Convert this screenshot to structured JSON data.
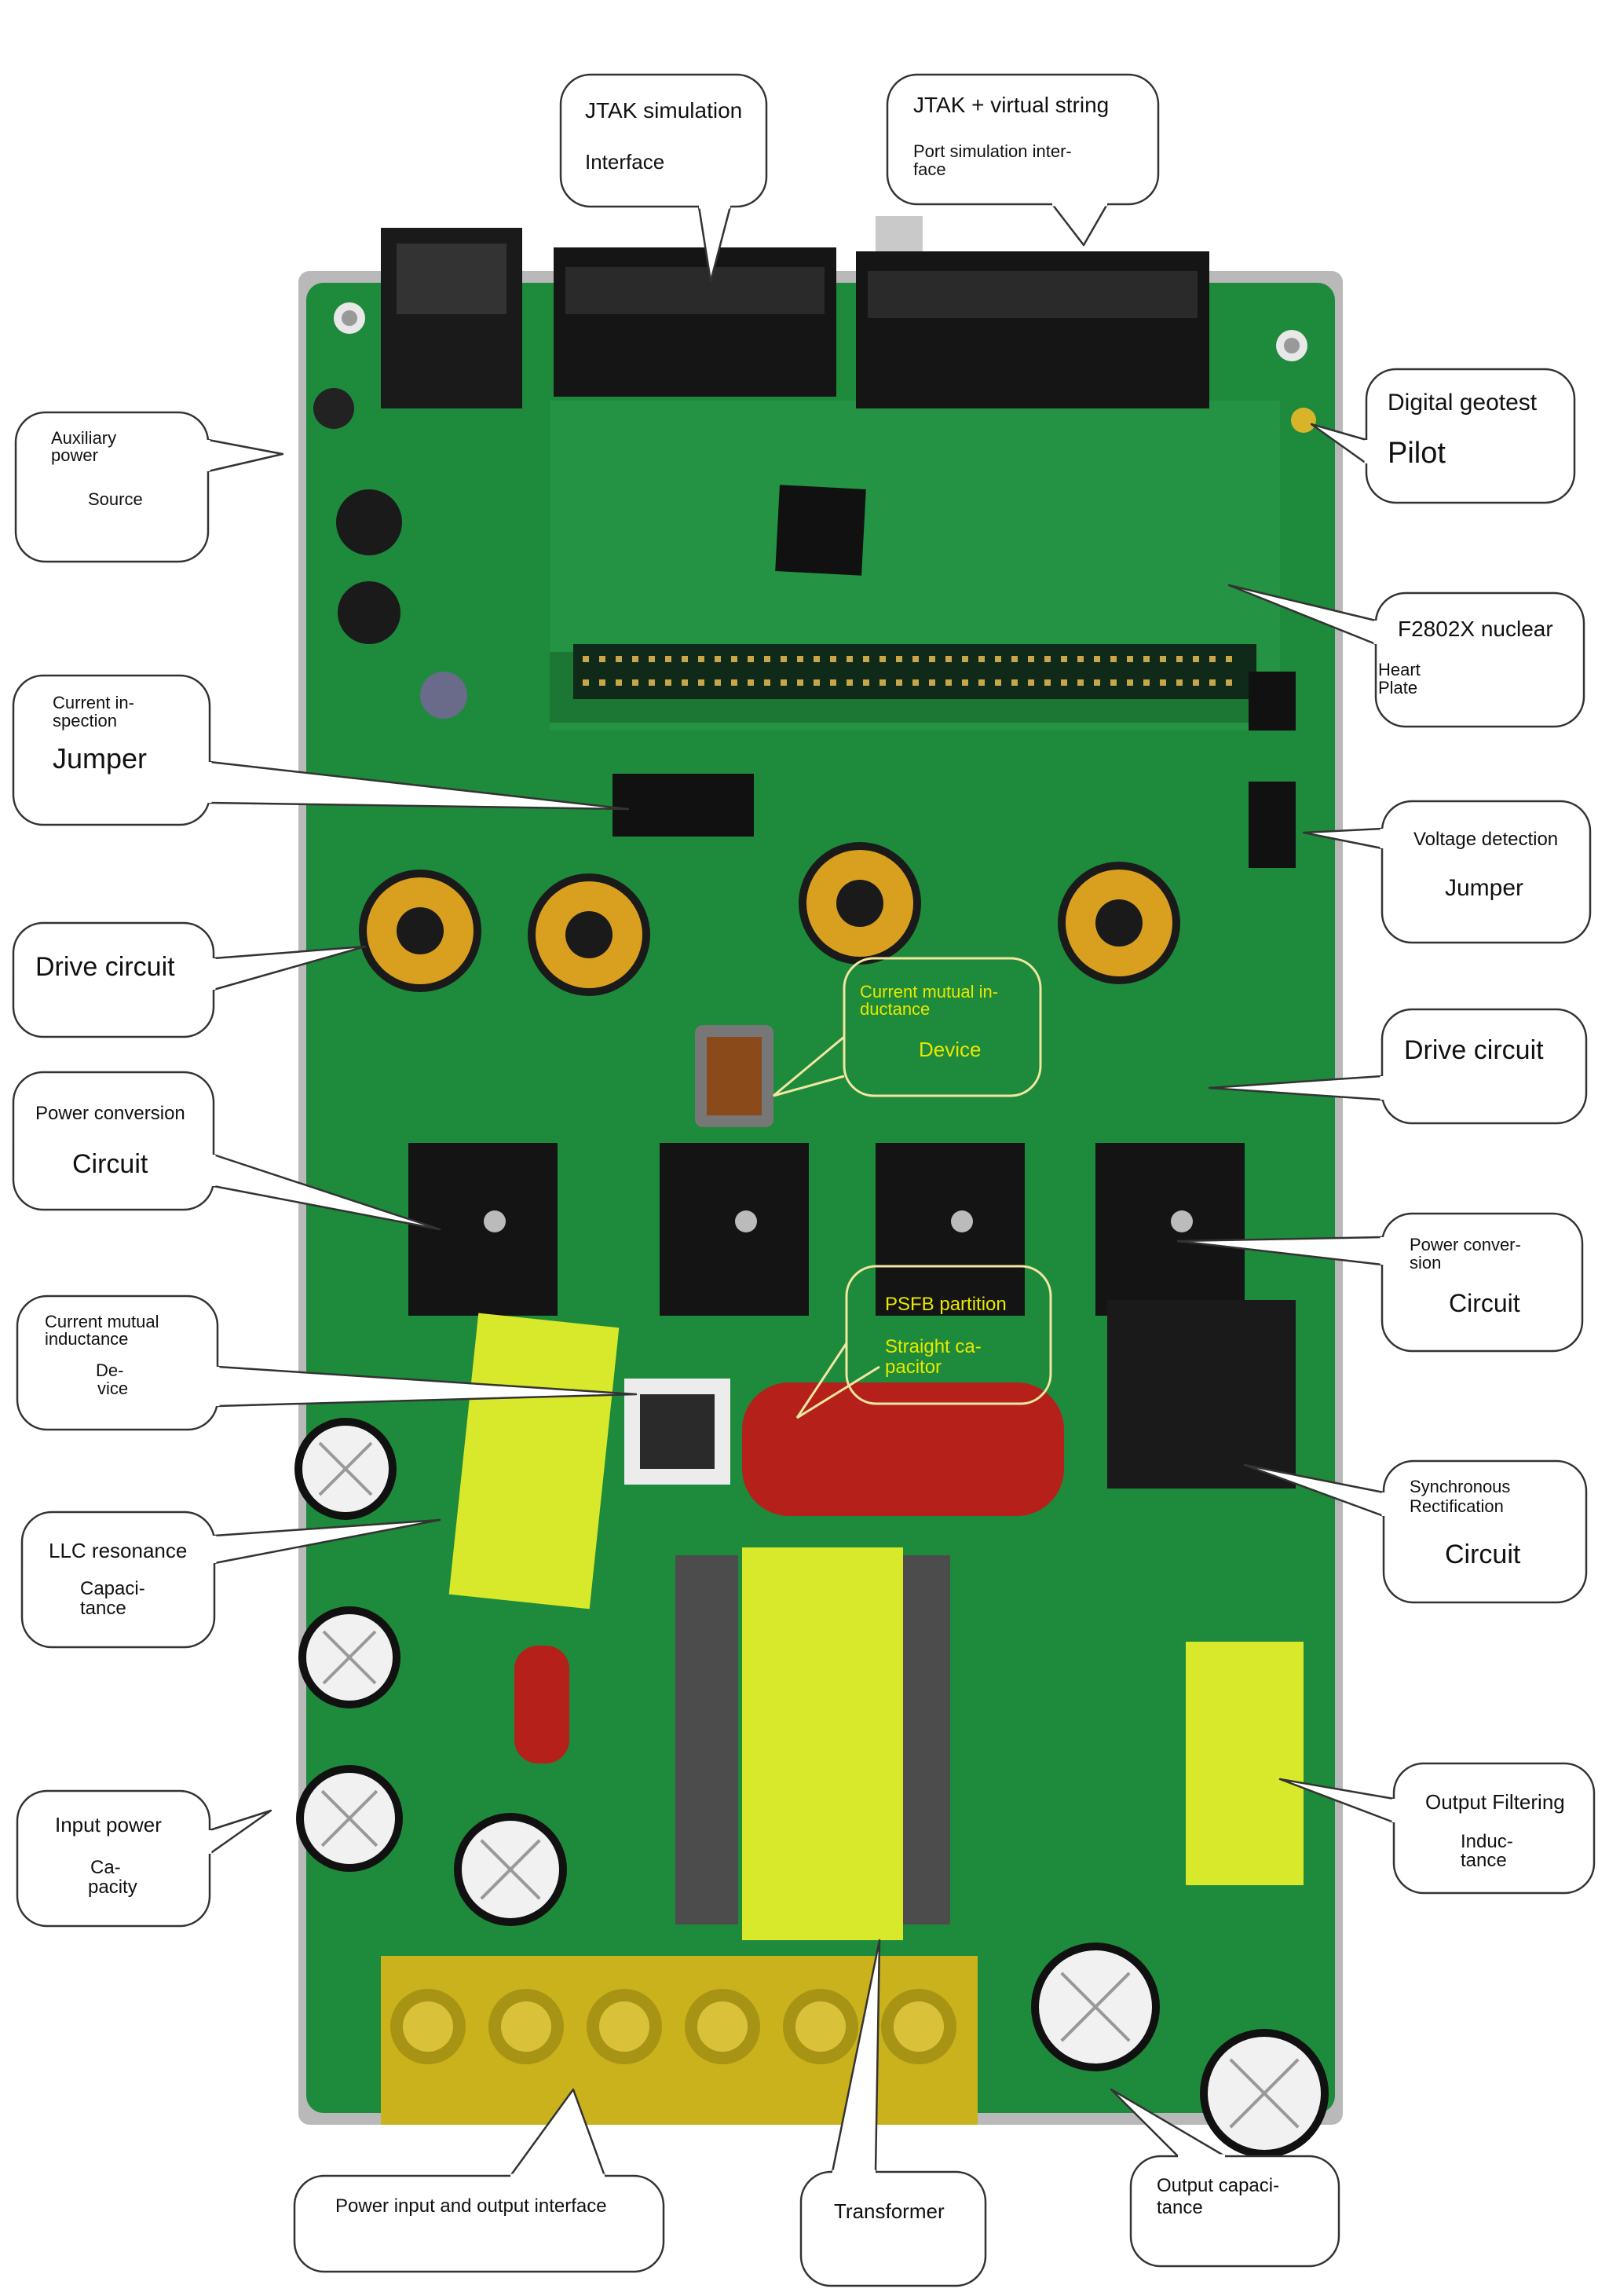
{
  "board": {
    "pcb_color": "#1e8a3c",
    "inductor_color": "#d8e82a",
    "capacitor_color": "#b5201b",
    "toroid_color": "#d9a020",
    "terminal_color": "#c9b21b"
  },
  "callouts": [
    {
      "id": "jtak-sim",
      "lines": [
        "JTAK simulation",
        "",
        "Interface"
      ]
    },
    {
      "id": "jtak-virtual",
      "lines": [
        "JTAK + virtual string",
        "",
        "Port simulation inter-",
        "face"
      ]
    },
    {
      "id": "aux-power",
      "lines": [
        "Auxiliary",
        "power",
        "",
        "Source"
      ]
    },
    {
      "id": "digital-geotest",
      "lines": [
        "Digital geotest",
        "",
        "Pilot"
      ]
    },
    {
      "id": "f2802x",
      "lines": [
        "F2802X nuclear",
        "",
        "Heart",
        "Plate"
      ]
    },
    {
      "id": "current-jumper",
      "lines": [
        "Current in-",
        "spection",
        "Jumper"
      ]
    },
    {
      "id": "voltage-jumper",
      "lines": [
        "Voltage detection",
        "",
        "Jumper"
      ]
    },
    {
      "id": "drive-left",
      "lines": [
        "Drive circuit"
      ]
    },
    {
      "id": "current-mutual-top",
      "lines": [
        "Current mutual in-",
        "ductance",
        "",
        "Device"
      ]
    },
    {
      "id": "drive-right",
      "lines": [
        "Drive circuit"
      ]
    },
    {
      "id": "power-conv-left",
      "lines": [
        "Power conversion",
        "",
        "Circuit"
      ]
    },
    {
      "id": "power-conv-right",
      "lines": [
        "Power conver-",
        "sion",
        "",
        "Circuit"
      ]
    },
    {
      "id": "psfb",
      "lines": [
        "PSFB partition",
        "",
        "Straight ca-",
        "pacitor"
      ]
    },
    {
      "id": "current-mutual-left",
      "lines": [
        "Current mutual",
        "inductance",
        "",
        "De-",
        "vice"
      ]
    },
    {
      "id": "sync-rect",
      "lines": [
        "Synchronous",
        "Rectification",
        "",
        "Circuit"
      ]
    },
    {
      "id": "llc",
      "lines": [
        "LLC resonance",
        "",
        "Capaci-",
        "tance"
      ]
    },
    {
      "id": "input-power",
      "lines": [
        "Input power",
        "",
        "Ca-",
        "pacity"
      ]
    },
    {
      "id": "output-filter",
      "lines": [
        "Output Filtering",
        "",
        "Induc-",
        "tance"
      ]
    },
    {
      "id": "power-io",
      "lines": [
        "Power input and output interface"
      ]
    },
    {
      "id": "transformer",
      "lines": [
        "Transformer"
      ]
    },
    {
      "id": "output-cap",
      "lines": [
        "Output capaci-",
        "tance"
      ]
    }
  ]
}
